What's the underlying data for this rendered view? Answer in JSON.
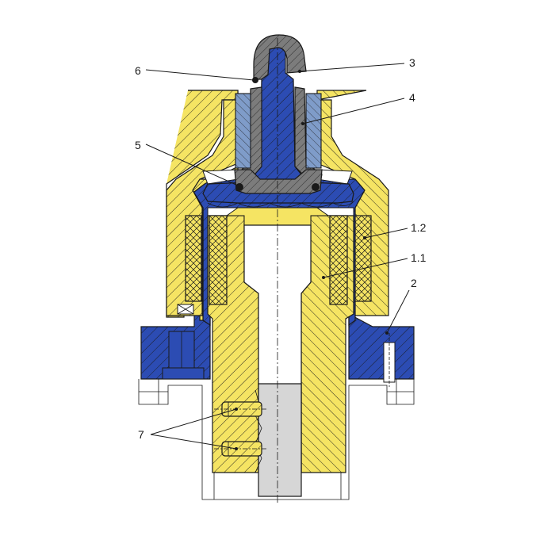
{
  "colors": {
    "yellow": "#f5e463",
    "blue": "#2c4cb3",
    "light_blue": "#7f9cc9",
    "gray": "#7c7c7c",
    "light_gray": "#d6d6d6",
    "outline": "#1a1a1a"
  },
  "labels": {
    "label_6": "6",
    "label_3": "3",
    "label_4": "4",
    "label_5": "5",
    "label_1_2": "1.2",
    "label_1_1": "1.1",
    "label_2": "2",
    "label_7": "7"
  }
}
